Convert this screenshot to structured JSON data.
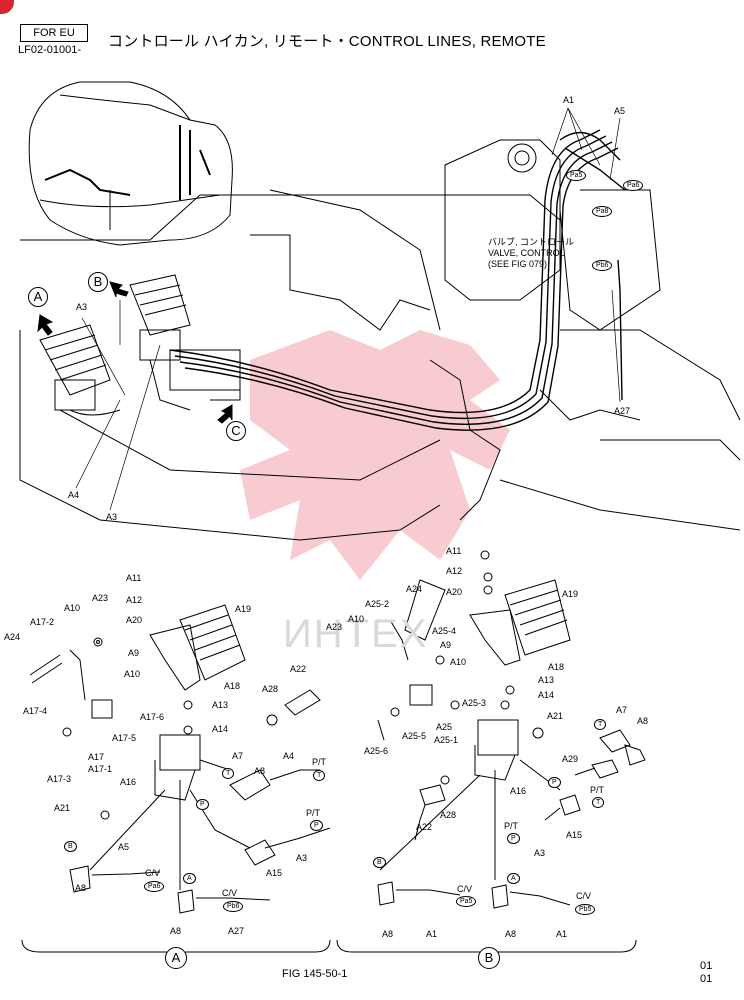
{
  "header": {
    "region_box": "FOR EU",
    "code": "LF02-01001-",
    "title": "コントロール ハイカン, リモート・CONTROL LINES, REMOTE"
  },
  "valve_note": {
    "line1": "バルブ, コントロール",
    "line2": "VALVE, CONTROL",
    "line3": "(SEE FIG 079)"
  },
  "view_markers": {
    "a": "A",
    "b": "B",
    "c": "C"
  },
  "ports": {
    "pa5": "Pa5",
    "pa6": "Pa6",
    "pa8": "Pa8",
    "pb6": "Pb6",
    "pb5": "Pb5",
    "t": "T",
    "p": "P",
    "a": "A",
    "b": "B"
  },
  "callouts": {
    "a1": "A1",
    "a3": "A3",
    "a4": "A4",
    "a5": "A5",
    "a7": "A7",
    "a8": "A8",
    "a9": "A9",
    "a10": "A10",
    "a11": "A11",
    "a12": "A12",
    "a13": "A13",
    "a14": "A14",
    "a15": "A15",
    "a16": "A16",
    "a17": "A17",
    "a17_1": "A17-1",
    "a17_2": "A17-2",
    "a17_3": "A17-3",
    "a17_4": "A17-4",
    "a17_5": "A17-5",
    "a17_6": "A17-6",
    "a18": "A18",
    "a19": "A19",
    "a20": "A20",
    "a21": "A21",
    "a22": "A22",
    "a23": "A23",
    "a24": "A24",
    "a25": "A25",
    "a25_1": "A25-1",
    "a25_2": "A25-2",
    "a25_3": "A25-3",
    "a25_4": "A25-4",
    "a25_5": "A25-5",
    "a25_6": "A25-6",
    "a27": "A27",
    "a28": "A28",
    "a29": "A29"
  },
  "line_tags": {
    "pt": "P/T",
    "cv": "C/V"
  },
  "watermark": "ИНТЕХ",
  "footer": {
    "fig": "FIG 145-50-1",
    "page1": "01",
    "page2": "01"
  }
}
